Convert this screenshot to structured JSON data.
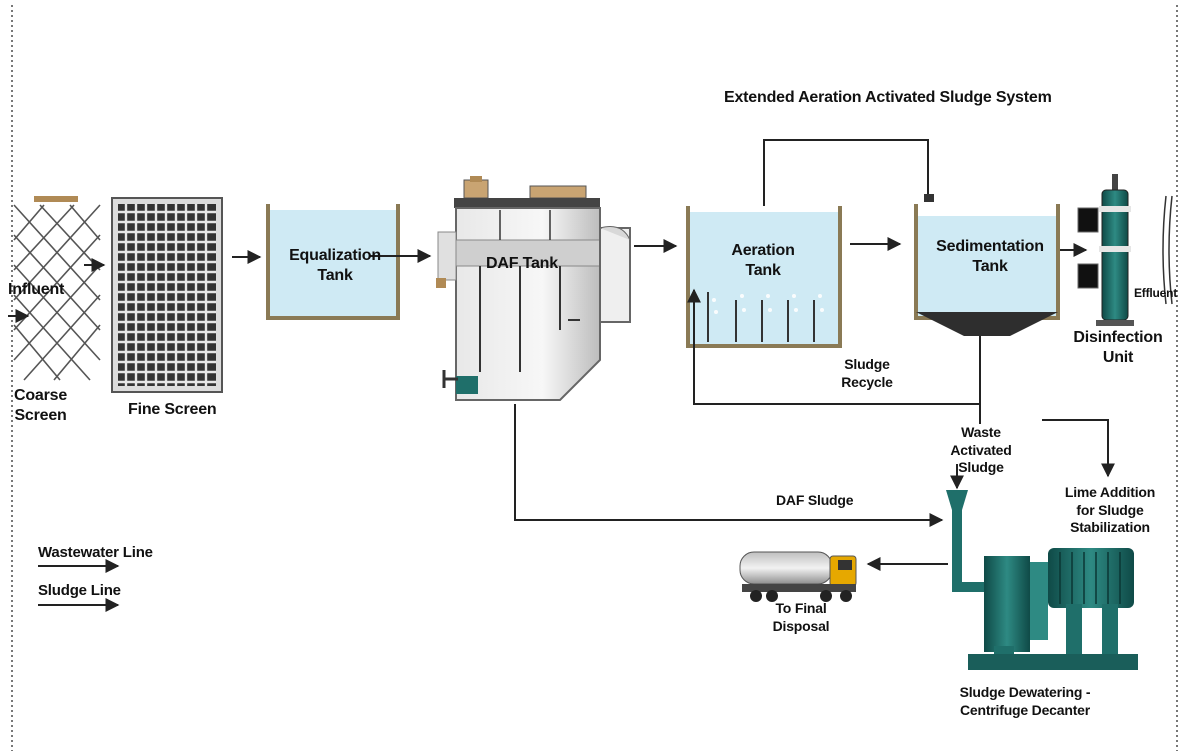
{
  "title": "Extended Aeration Activated Sludge System",
  "labels": {
    "influent": "Influent",
    "coarse_screen": "Coarse\nScreen",
    "fine_screen": "Fine Screen",
    "equalization_tank": "Equalization\nTank",
    "daf_tank": "DAF Tank",
    "aeration_tank": "Aeration\nTank",
    "sedimentation_tank": "Sedimentation\nTank",
    "disinfection_unit": "Disinfection\nUnit",
    "effluent": "Effluent",
    "sludge_recycle": "Sludge\nRecycle",
    "waste_activated_sludge": "Waste\nActivated\nSludge",
    "daf_sludge": "DAF Sludge",
    "lime_addition": "Lime Addition\nfor Sludge\nStabilization",
    "to_final_disposal": "To Final\nDisposal",
    "sludge_dewatering": "Sludge Dewatering -\nCentrifuge Decanter"
  },
  "legend": {
    "wastewater_line": "Wastewater Line",
    "sludge_line": "Sludge Line"
  },
  "colors": {
    "water": "#cfeaf4",
    "equipment_teal": "#1f6f6a",
    "tank_outline": "#8a7a55",
    "line": "#222222"
  }
}
